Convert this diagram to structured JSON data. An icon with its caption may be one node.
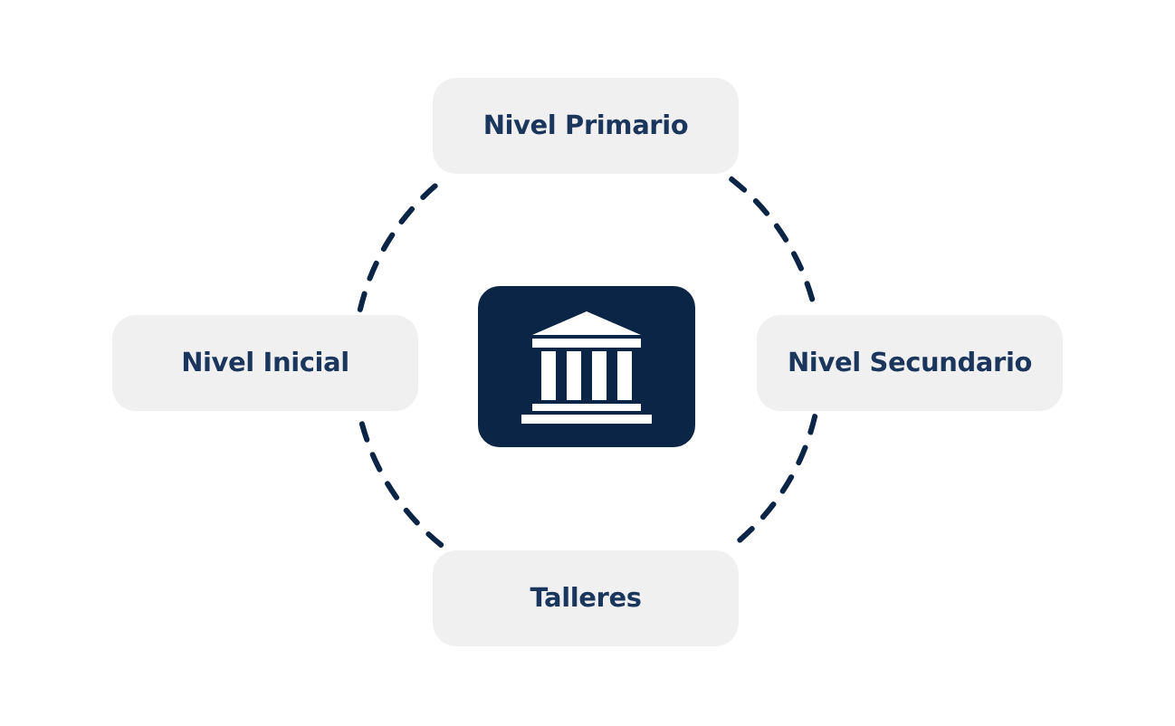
{
  "diagram": {
    "nodes": [
      {
        "text": [
          "Nivel Primario"
        ]
      },
      {
        "text": [
          "Nivel Inicial"
        ]
      },
      {
        "text": [],
        "shape": "picture"
      },
      {
        "text": [
          "Nivel Secundario"
        ]
      },
      {
        "text": [
          "Talleres"
        ]
      }
    ],
    "edges": [
      {
        "from": 0,
        "to": 3,
        "arrow": "none",
        "style": "dashed"
      },
      {
        "from": 3,
        "to": 4,
        "arrow": "none",
        "style": "dashed"
      },
      {
        "from": 4,
        "to": 1,
        "arrow": "none",
        "style": "dashed"
      },
      {
        "from": 1,
        "to": 0,
        "arrow": "none",
        "style": "dashed"
      }
    ]
  }
}
